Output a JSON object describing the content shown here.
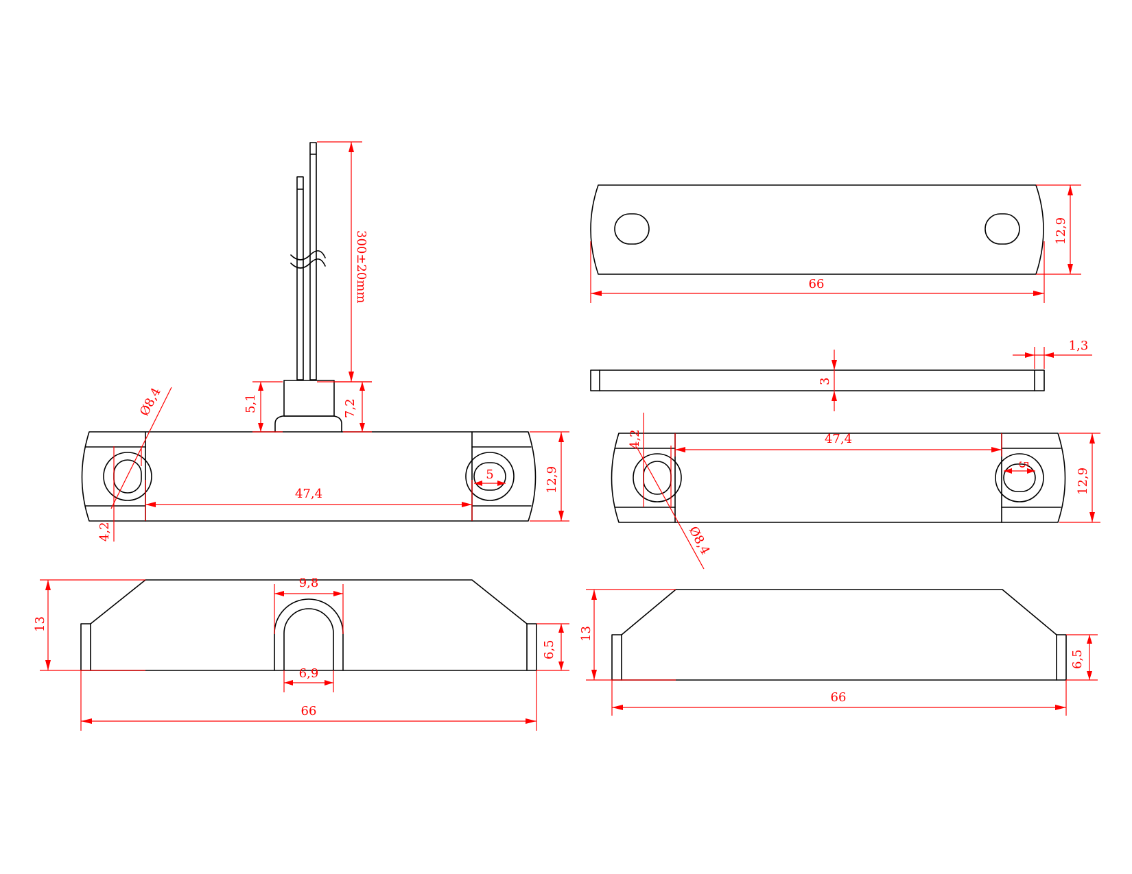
{
  "colors": {
    "outline": "#000000",
    "dimension": "#ff0000",
    "background": "#ffffff"
  },
  "dims": {
    "cable_length": "300±20mm",
    "boss_height": "5,1",
    "boss_offset": "7,2",
    "hole_dia_left": "Ø8,4",
    "hole_dia_right": "Ø8,4",
    "slot_width_left": "4,2",
    "slot_width_right": "4,2",
    "slot_len_left": "5",
    "slot_len_right": "5",
    "hole_pitch_left": "47,4",
    "hole_pitch_right": "47,4",
    "body_width_left": "12,9",
    "body_width_right": "12,9",
    "plate_width": "12,9",
    "plate_length": "66",
    "plate_thickness": "3",
    "plate_end_step": "1,3",
    "side_height_left": "13",
    "side_height_right": "13",
    "side_flange_left": "6,5",
    "side_flange_right": "6,5",
    "arch_outer": "9,8",
    "arch_inner": "6,9",
    "side_length_left": "66",
    "side_length_right": "66"
  }
}
